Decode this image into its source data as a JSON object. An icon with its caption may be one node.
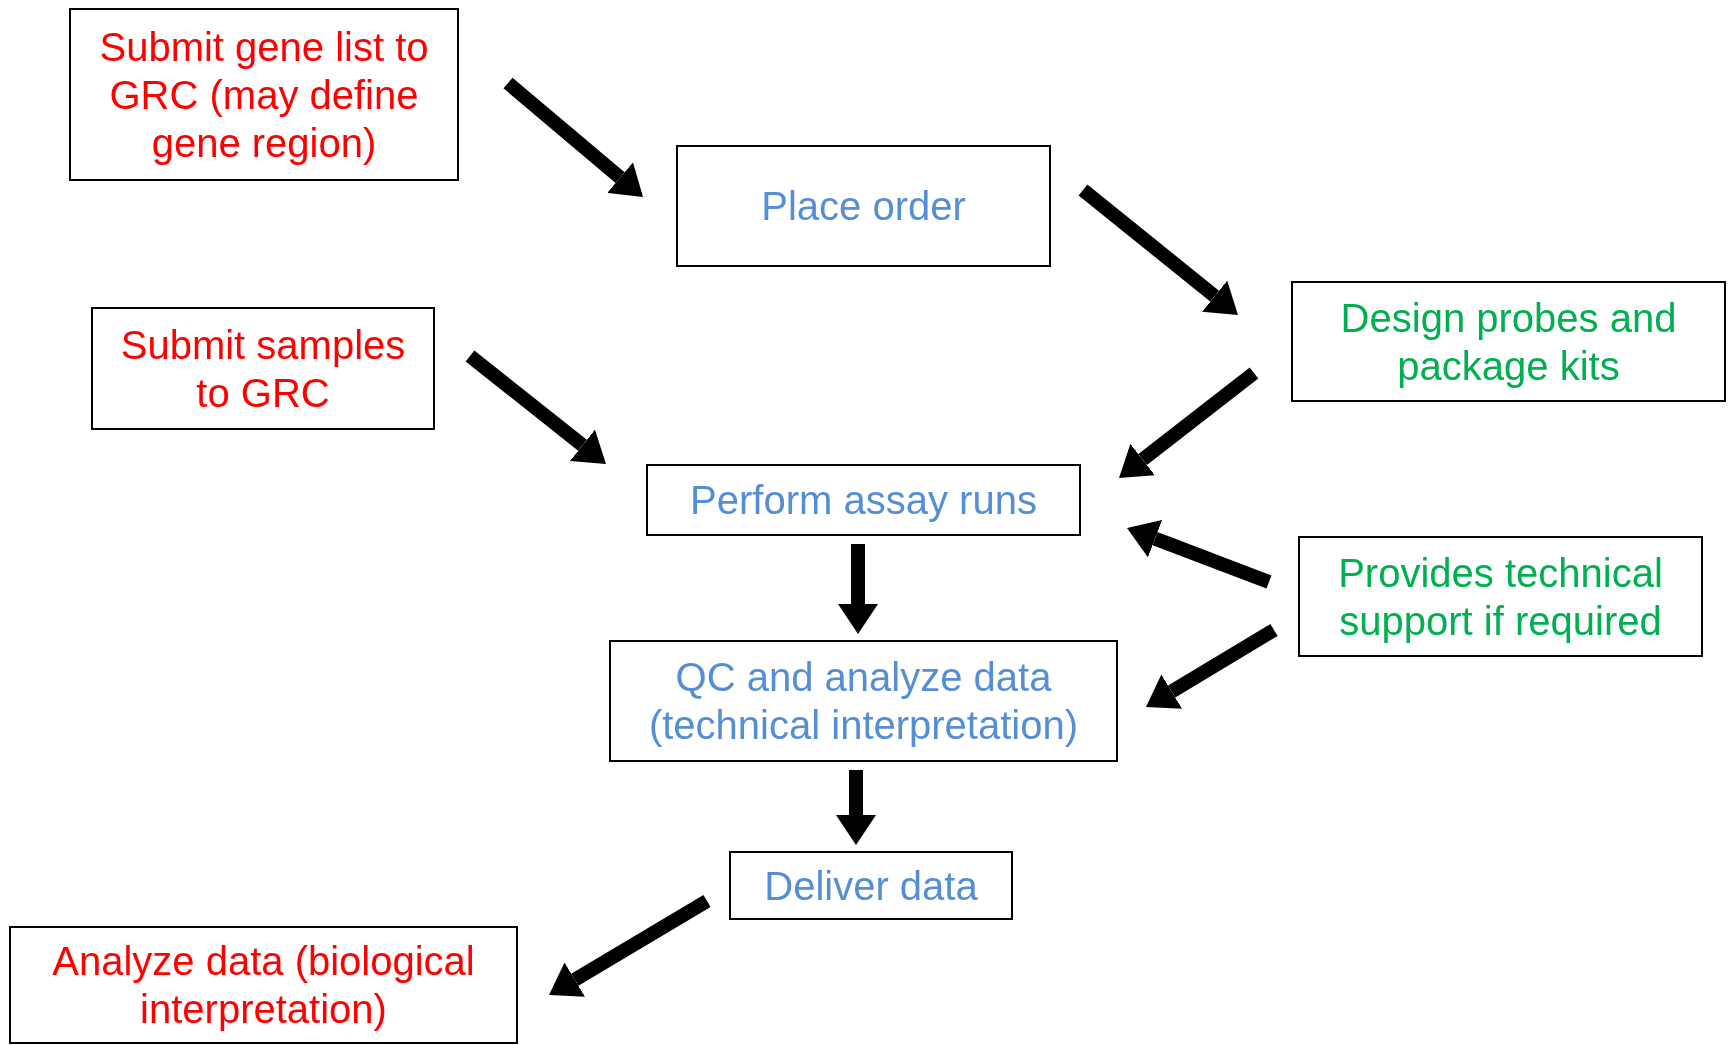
{
  "diagram": {
    "nodes": [
      {
        "text": [
          "Submit gene list to GRC (may define gene region)"
        ]
      },
      {
        "text": [
          "Place order"
        ]
      },
      {
        "text": [
          "Design probes and package kits"
        ]
      },
      {
        "text": [
          "Submit samples to GRC"
        ]
      },
      {
        "text": [
          "Perform assay runs"
        ]
      },
      {
        "text": [
          "Provides technical support if required"
        ]
      },
      {
        "text": [
          "QC and analyze data (technical interpretation)"
        ]
      },
      {
        "text": [
          "Deliver data"
        ]
      },
      {
        "text": [
          "Analyze data (biological interpretation)"
        ]
      }
    ],
    "edges": [
      {
        "from": 0,
        "to": 1,
        "arrow": "to"
      },
      {
        "from": 1,
        "to": 2,
        "arrow": "to"
      },
      {
        "from": 2,
        "to": 4,
        "arrow": "to"
      },
      {
        "from": 3,
        "to": 4,
        "arrow": "to"
      },
      {
        "from": 5,
        "to": 4,
        "arrow": "to"
      },
      {
        "from": 5,
        "to": 6,
        "arrow": "to"
      },
      {
        "from": 4,
        "to": 6,
        "arrow": "to"
      },
      {
        "from": 6,
        "to": 7,
        "arrow": "to"
      },
      {
        "from": 7,
        "to": 8,
        "arrow": "to"
      }
    ]
  }
}
